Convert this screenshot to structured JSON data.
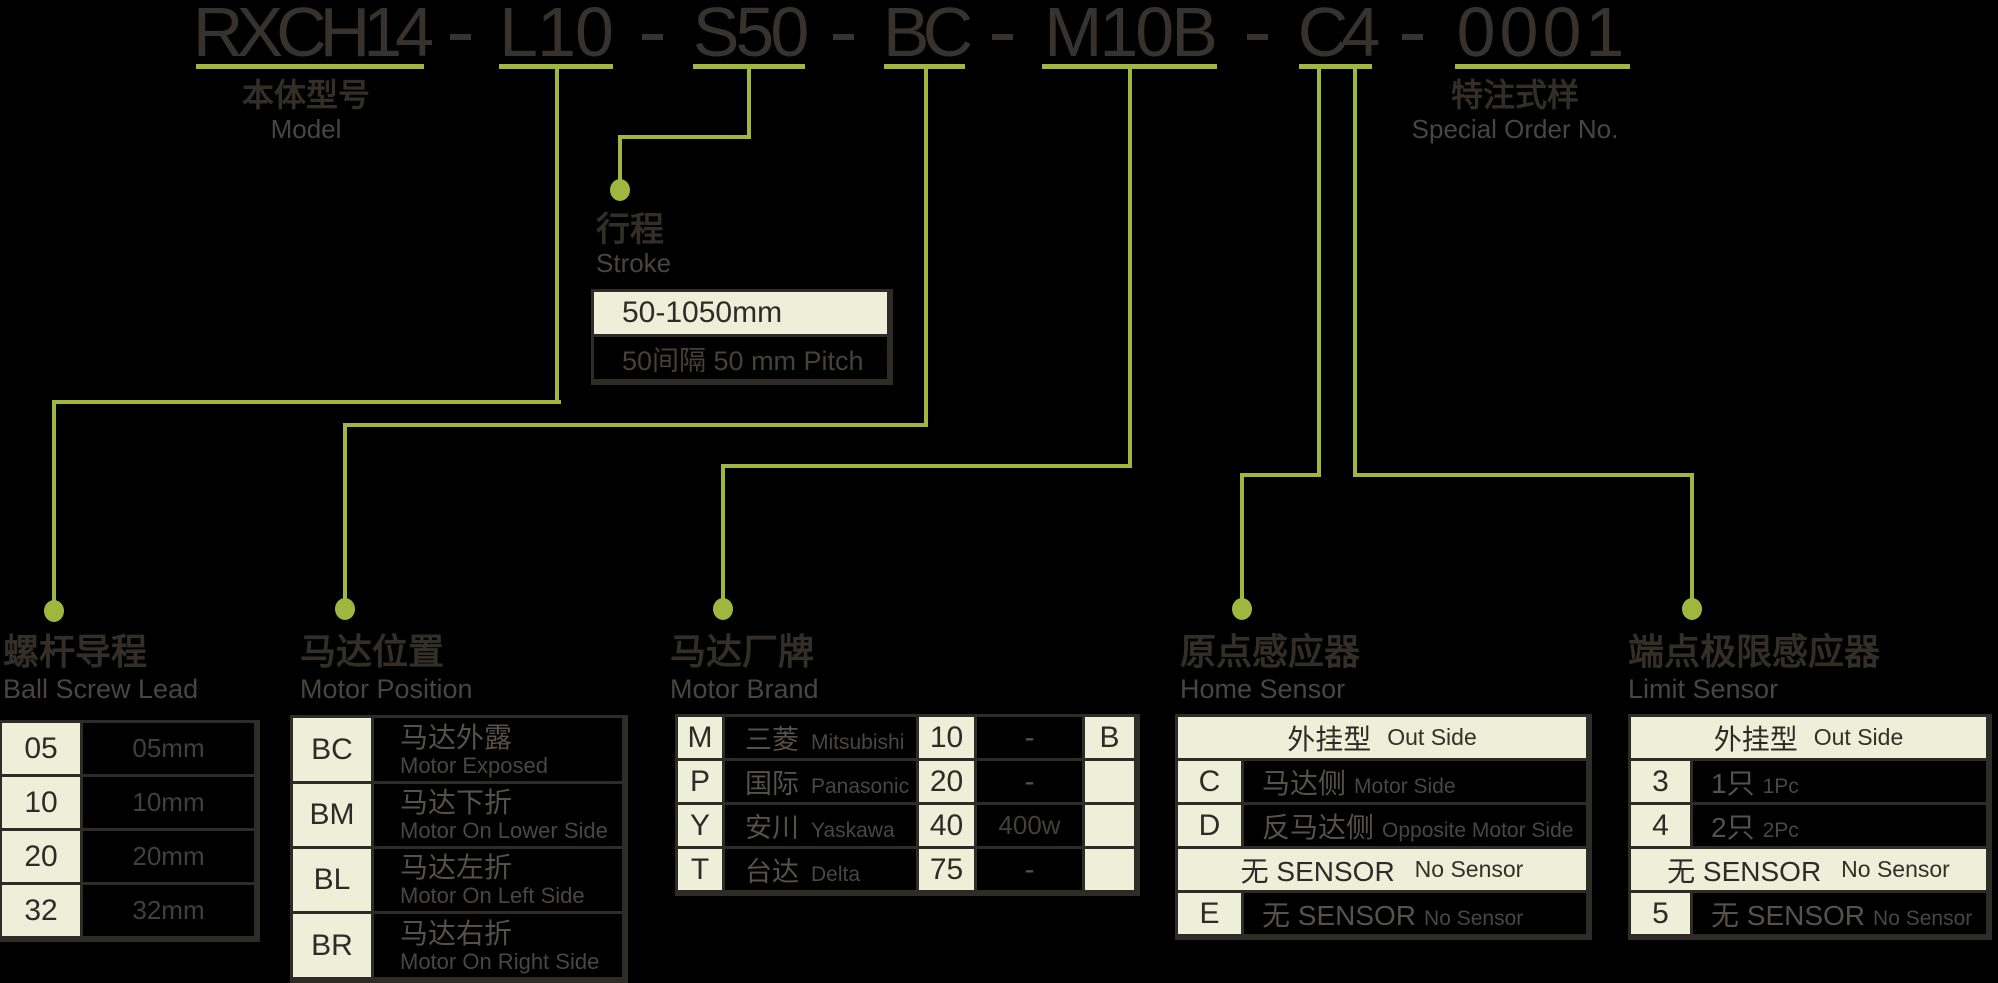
{
  "title": {
    "parts": [
      "RXCH14",
      "L10",
      "S50",
      "BC",
      "M10B",
      "C4",
      "0001"
    ],
    "separator": "-"
  },
  "labels": {
    "model": {
      "cn": "本体型号",
      "en": "Model"
    },
    "special_order": {
      "cn": "特注式样",
      "en": "Special Order No."
    },
    "stroke": {
      "cn": "行程",
      "en": "Stroke"
    },
    "ball_screw_lead": {
      "cn": "螺杆导程",
      "en": "Ball Screw Lead"
    },
    "motor_position": {
      "cn": "马达位置",
      "en": "Motor Position"
    },
    "motor_brand": {
      "cn": "马达厂牌",
      "en": "Motor Brand"
    },
    "home_sensor": {
      "cn": "原点感应器",
      "en": "Home Sensor"
    },
    "limit_sensor": {
      "cn": "端点极限感应器",
      "en": "Limit Sensor"
    }
  },
  "stroke_table": {
    "range_row": "50-1050mm",
    "pitch_row": "50间隔 50 mm Pitch"
  },
  "ball_screw_lead_table": {
    "rows": [
      {
        "code": "05",
        "value": "05mm"
      },
      {
        "code": "10",
        "value": "10mm"
      },
      {
        "code": "20",
        "value": "20mm"
      },
      {
        "code": "32",
        "value": "32mm"
      }
    ]
  },
  "motor_position_table": {
    "rows": [
      {
        "code": "BC",
        "cn": "马达外露",
        "en": "Motor Exposed"
      },
      {
        "code": "BM",
        "cn": "马达下折",
        "en": "Motor On Lower Side"
      },
      {
        "code": "BL",
        "cn": "马达左折",
        "en": "Motor On Left Side"
      },
      {
        "code": "BR",
        "cn": "马达右折",
        "en": "Motor On Right Side"
      }
    ]
  },
  "motor_brand_table": {
    "rows": [
      {
        "code": "M",
        "brand_cn": "三菱",
        "brand_en": "Mitsubishi",
        "wattage_code": "10",
        "wattage": "-",
        "suffix": "B"
      },
      {
        "code": "P",
        "brand_cn": "国际",
        "brand_en": "Panasonic",
        "wattage_code": "20",
        "wattage": "-",
        "suffix": ""
      },
      {
        "code": "Y",
        "brand_cn": "安川",
        "brand_en": "Yaskawa",
        "wattage_code": "40",
        "wattage": "400w",
        "suffix": ""
      },
      {
        "code": "T",
        "brand_cn": "台达",
        "brand_en": "Delta",
        "wattage_code": "75",
        "wattage": "-",
        "suffix": ""
      }
    ]
  },
  "home_sensor_table": {
    "rows": [
      {
        "type": "header",
        "cn": "外挂型",
        "en": "Out Side"
      },
      {
        "type": "item",
        "code": "C",
        "cn": "马达侧",
        "en": "Motor Side"
      },
      {
        "type": "item",
        "code": "D",
        "cn": "反马达侧",
        "en": "Opposite Motor Side"
      },
      {
        "type": "full",
        "cn": "无 SENSOR",
        "en": "No Sensor"
      },
      {
        "type": "item",
        "code": "E",
        "cn": "无 SENSOR",
        "en": "No Sensor"
      }
    ]
  },
  "limit_sensor_table": {
    "rows": [
      {
        "type": "header",
        "cn": "外挂型",
        "en": "Out Side"
      },
      {
        "type": "item",
        "code": "3",
        "cn": "1只",
        "en": "1Pc"
      },
      {
        "type": "item",
        "code": "4",
        "cn": "2只",
        "en": "2Pc"
      },
      {
        "type": "full",
        "cn": "无 SENSOR",
        "en": "No Sensor"
      },
      {
        "type": "item",
        "code": "5",
        "cn": "无 SENSOR",
        "en": "No Sensor"
      }
    ]
  },
  "colors": {
    "background": "#000000",
    "accent_green": "#a0b63e",
    "cream": "#edefd8",
    "grid_border": "#2f2b26",
    "dark_text": "#37322d",
    "muted_text": "#56504a"
  }
}
